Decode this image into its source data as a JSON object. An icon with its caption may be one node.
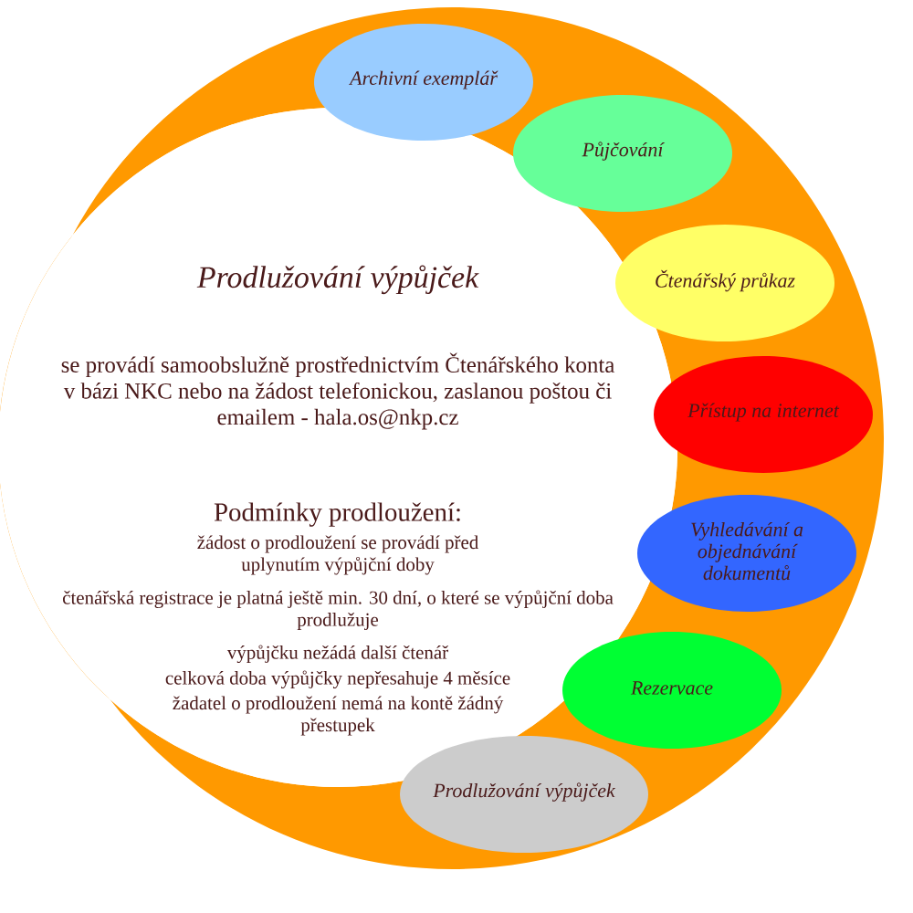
{
  "diagram": {
    "nodes": [
      {
        "text": [],
        "shape": "circle"
      },
      {
        "text": [
          "Prodlužování výpůjček",
          "se provádí samoobslužně prostřednictvím Čtenářského konta v bázi NKC nebo na žádost telefonickou, zaslanou poštou či emailem - hala.os@nkp.cz",
          "Podmínky prodloužení:",
          "žádost o prodloužení se provádí před uplynutím výpůjční doby",
          "čtenářská registrace je platná ještě min. 30 dní, o které se výpůjční doba prodlužuje",
          "výpůjčku nežádá další čtenář",
          "celková doba výpůjčky nepřesahuje 4 měsíce",
          "žadatel o prodloužení nemá na kontě žádný přestupek"
        ],
        "in": 0
      },
      {
        "text": [
          "Archivní exemplář"
        ],
        "in": 0
      },
      {
        "text": [
          "Půjčování"
        ],
        "in": 0
      },
      {
        "text": [
          "Čtenářský průkaz"
        ],
        "in": 0
      },
      {
        "text": [
          "Přístup na internet"
        ],
        "in": 0
      },
      {
        "text": [
          "Vyhledávání a objednávání dokumentů"
        ],
        "in": 0
      },
      {
        "text": [
          "Rezervace"
        ],
        "in": 0
      },
      {
        "text": [
          "Prodlužování výpůjček"
        ],
        "in": 0
      }
    ],
    "edges": []
  }
}
